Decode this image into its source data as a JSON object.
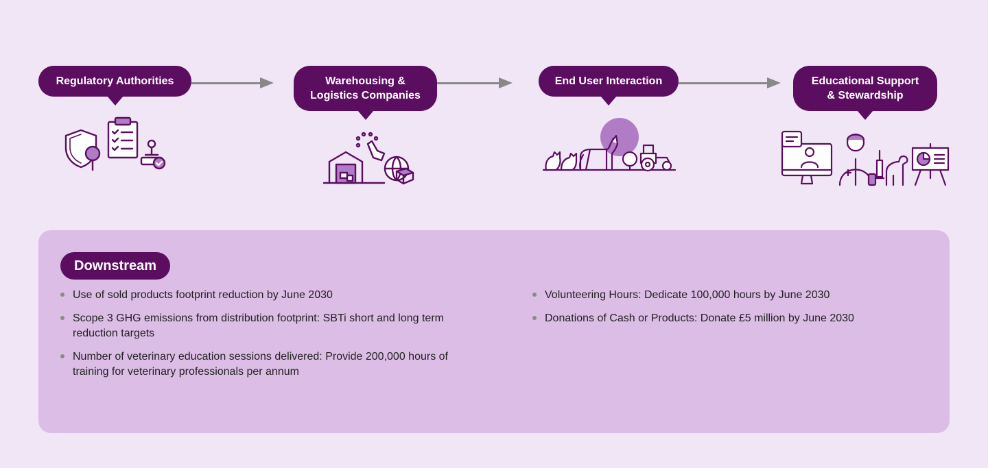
{
  "flow": {
    "stages": [
      {
        "lines": [
          "Regulatory Authorities"
        ]
      },
      {
        "lines": [
          "Warehousing &",
          "Logistics Companies"
        ]
      },
      {
        "lines": [
          "End User Interaction"
        ]
      },
      {
        "lines": [
          "Educational Support",
          "& Stewardship"
        ]
      }
    ]
  },
  "icons": {
    "stage_1": "regulatory-shield-checklist-stamp-icon",
    "stage_2": "warehouse-globe-parcel-icon",
    "stage_3": "animals-tractor-icon",
    "stage_4": "veterinarian-training-icon"
  },
  "downstream": {
    "title": "Downstream",
    "left_items": [
      "Use of sold products footprint reduction by June 2030",
      "Scope 3 GHG emissions from distribution footprint: SBTi short and long term reduction targets",
      "Number of veterinary education sessions delivered: Provide 200,000 hours of training for veterinary professionals per annum"
    ],
    "right_items": [
      "Volunteering Hours: Dedicate 100,000 hours by June 2030",
      "Donations of Cash or Products: Donate £5 million by June 2030"
    ]
  },
  "colors": {
    "background": "#f1e6f6",
    "accent": "#5b0d5f",
    "panel": "#dbbde6",
    "arrow": "#888888",
    "icon_highlight": "#b07cc6"
  }
}
